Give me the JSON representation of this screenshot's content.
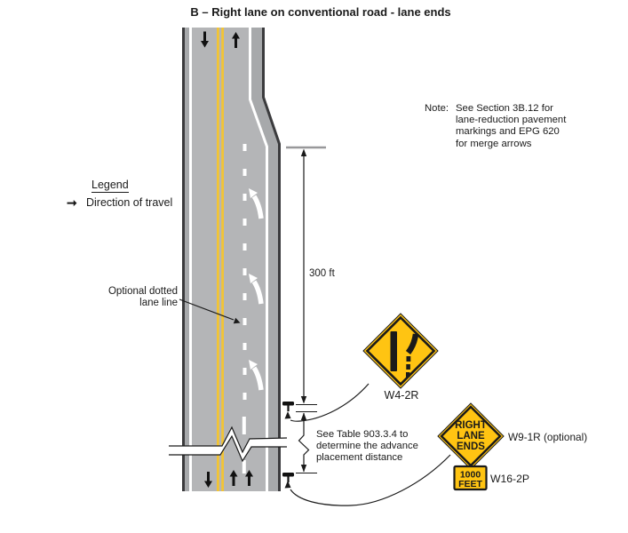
{
  "title": "B – Right lane on conventional road - lane ends",
  "legend": {
    "heading": "Legend",
    "direction_label": "Direction of travel"
  },
  "note": {
    "label": "Note:",
    "lines": [
      "See Section 3B.12 for",
      "lane-reduction pavement",
      "markings and EPG 620",
      "for merge arrows"
    ]
  },
  "annotations": {
    "optional_dotted_line1": "Optional dotted",
    "optional_dotted_line2": "lane line",
    "taper_dimension": "300 ft",
    "advance_line1": "See Table 903.3.4 to",
    "advance_line2": "determine the advance",
    "advance_line3": "placement distance"
  },
  "signs": {
    "w4_2r": {
      "label": "W4-2R"
    },
    "w9_1r": {
      "label": "W9-1R (optional)",
      "lines": [
        "RIGHT",
        "LANE",
        "ENDS"
      ]
    },
    "w16_2p": {
      "label": "W16-2P",
      "lines": [
        "1000",
        "FEET"
      ]
    }
  },
  "colors": {
    "road_gray": "#b4b5b7",
    "shoulder_gray": "#a7a9ab",
    "edge_black": "#3b3b3d",
    "centerline_yellow": "#f2c435",
    "sign_yellow": "#ffc412",
    "marking_white": "#ffffff",
    "text_black": "#1a1a1a"
  }
}
